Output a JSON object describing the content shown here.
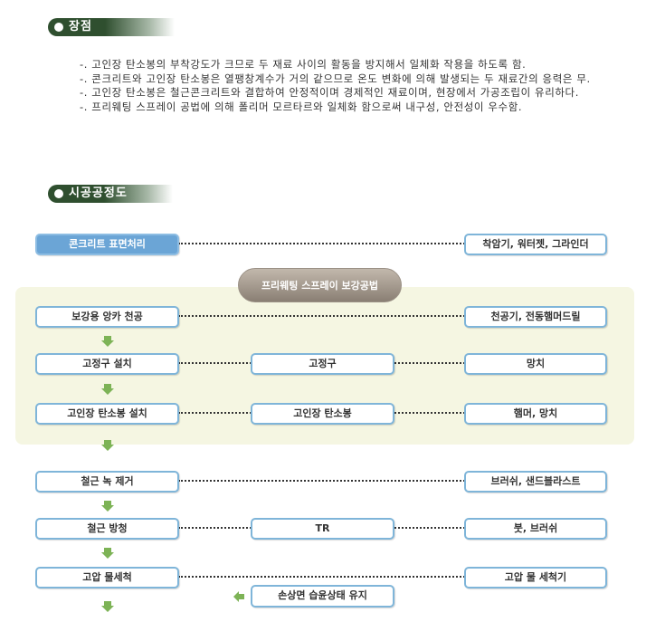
{
  "advantages": {
    "heading": "장점",
    "items": [
      "-. 고인장 탄소봉의 부착강도가 크므로 두 재료 사이의 활동을 방지해서 일체화 작용을 하도록 함.",
      "-. 콘크리트와 고인장 탄소봉은 열팽창계수가 거의 같으므로 온도 변화에 의해 발생되는 두 재료간의 응력은 무.",
      "-. 고인장 탄소봉은 철근콘크리트와 결합하여 안정적이며 경제적인 재료이며, 현장에서 가공조립이 유리하다.",
      "-. 프리웨팅 스프레이 공법에 의해 폴리머 모르타르와 일체화 함으로써 내구성, 안전성이 우수함."
    ]
  },
  "process": {
    "heading": "시공공정도",
    "method_label": "프리웨팅 스프레이 보강공법",
    "steps": [
      {
        "step": "콘크리트 표면처리",
        "middle": "",
        "tools": "착암기, 워터젯, 그라인더"
      },
      {
        "step": "보강용 앙카 천공",
        "middle": "",
        "tools": "천공기, 전동햄머드릴"
      },
      {
        "step": "고정구 설치",
        "middle": "고정구",
        "tools": "망치"
      },
      {
        "step": "고인장 탄소봉 설치",
        "middle": "고인장 탄소봉",
        "tools": "햄머, 망치"
      },
      {
        "step": "철근 녹 제거",
        "middle": "",
        "tools": "브러쉬, 샌드블라스트"
      },
      {
        "step": "철근 방청",
        "middle": "TR",
        "tools": "붓, 브러쉬"
      },
      {
        "step": "고압 물세척",
        "middle": "",
        "tools": "고압 물 세척기"
      }
    ],
    "note": "손상면 습윤상태 유지"
  },
  "colors": {
    "heading_bg": "#2f4f2f",
    "box_border": "#7fb5d9",
    "box_highlight": "#6ba5d6",
    "zone_bg": "#f5f6e2",
    "arrow": "#7db356"
  }
}
